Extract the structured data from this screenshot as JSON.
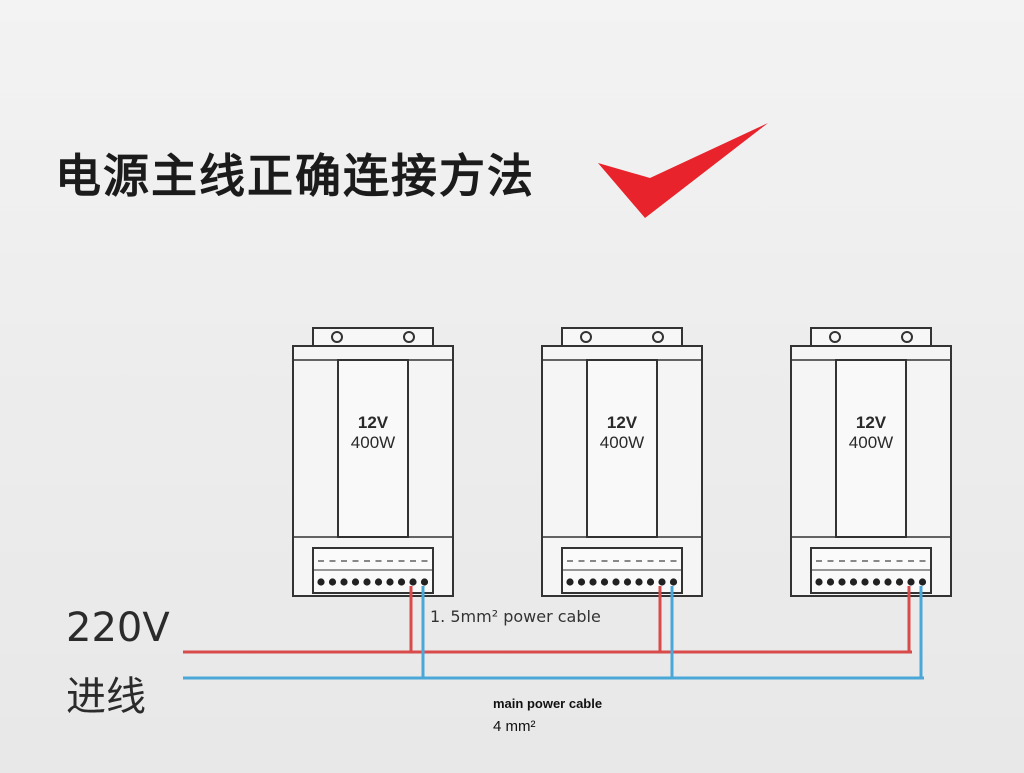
{
  "title": "电源主线正确连接方法",
  "check_icon": "check-icon",
  "colors": {
    "check": "#e8232b",
    "live_wire": "#d94a4a",
    "neutral_wire": "#4aa8d8",
    "outline": "#333333"
  },
  "power_supplies": [
    {
      "voltage": "12V",
      "wattage": "400W"
    },
    {
      "voltage": "12V",
      "wattage": "400W"
    },
    {
      "voltage": "12V",
      "wattage": "400W"
    }
  ],
  "input": {
    "voltage": "220V",
    "label": "进线"
  },
  "branch_cable": "1. 5mm² power cable",
  "main_cable": {
    "label": "main  power cable",
    "size": "4 mm²"
  }
}
